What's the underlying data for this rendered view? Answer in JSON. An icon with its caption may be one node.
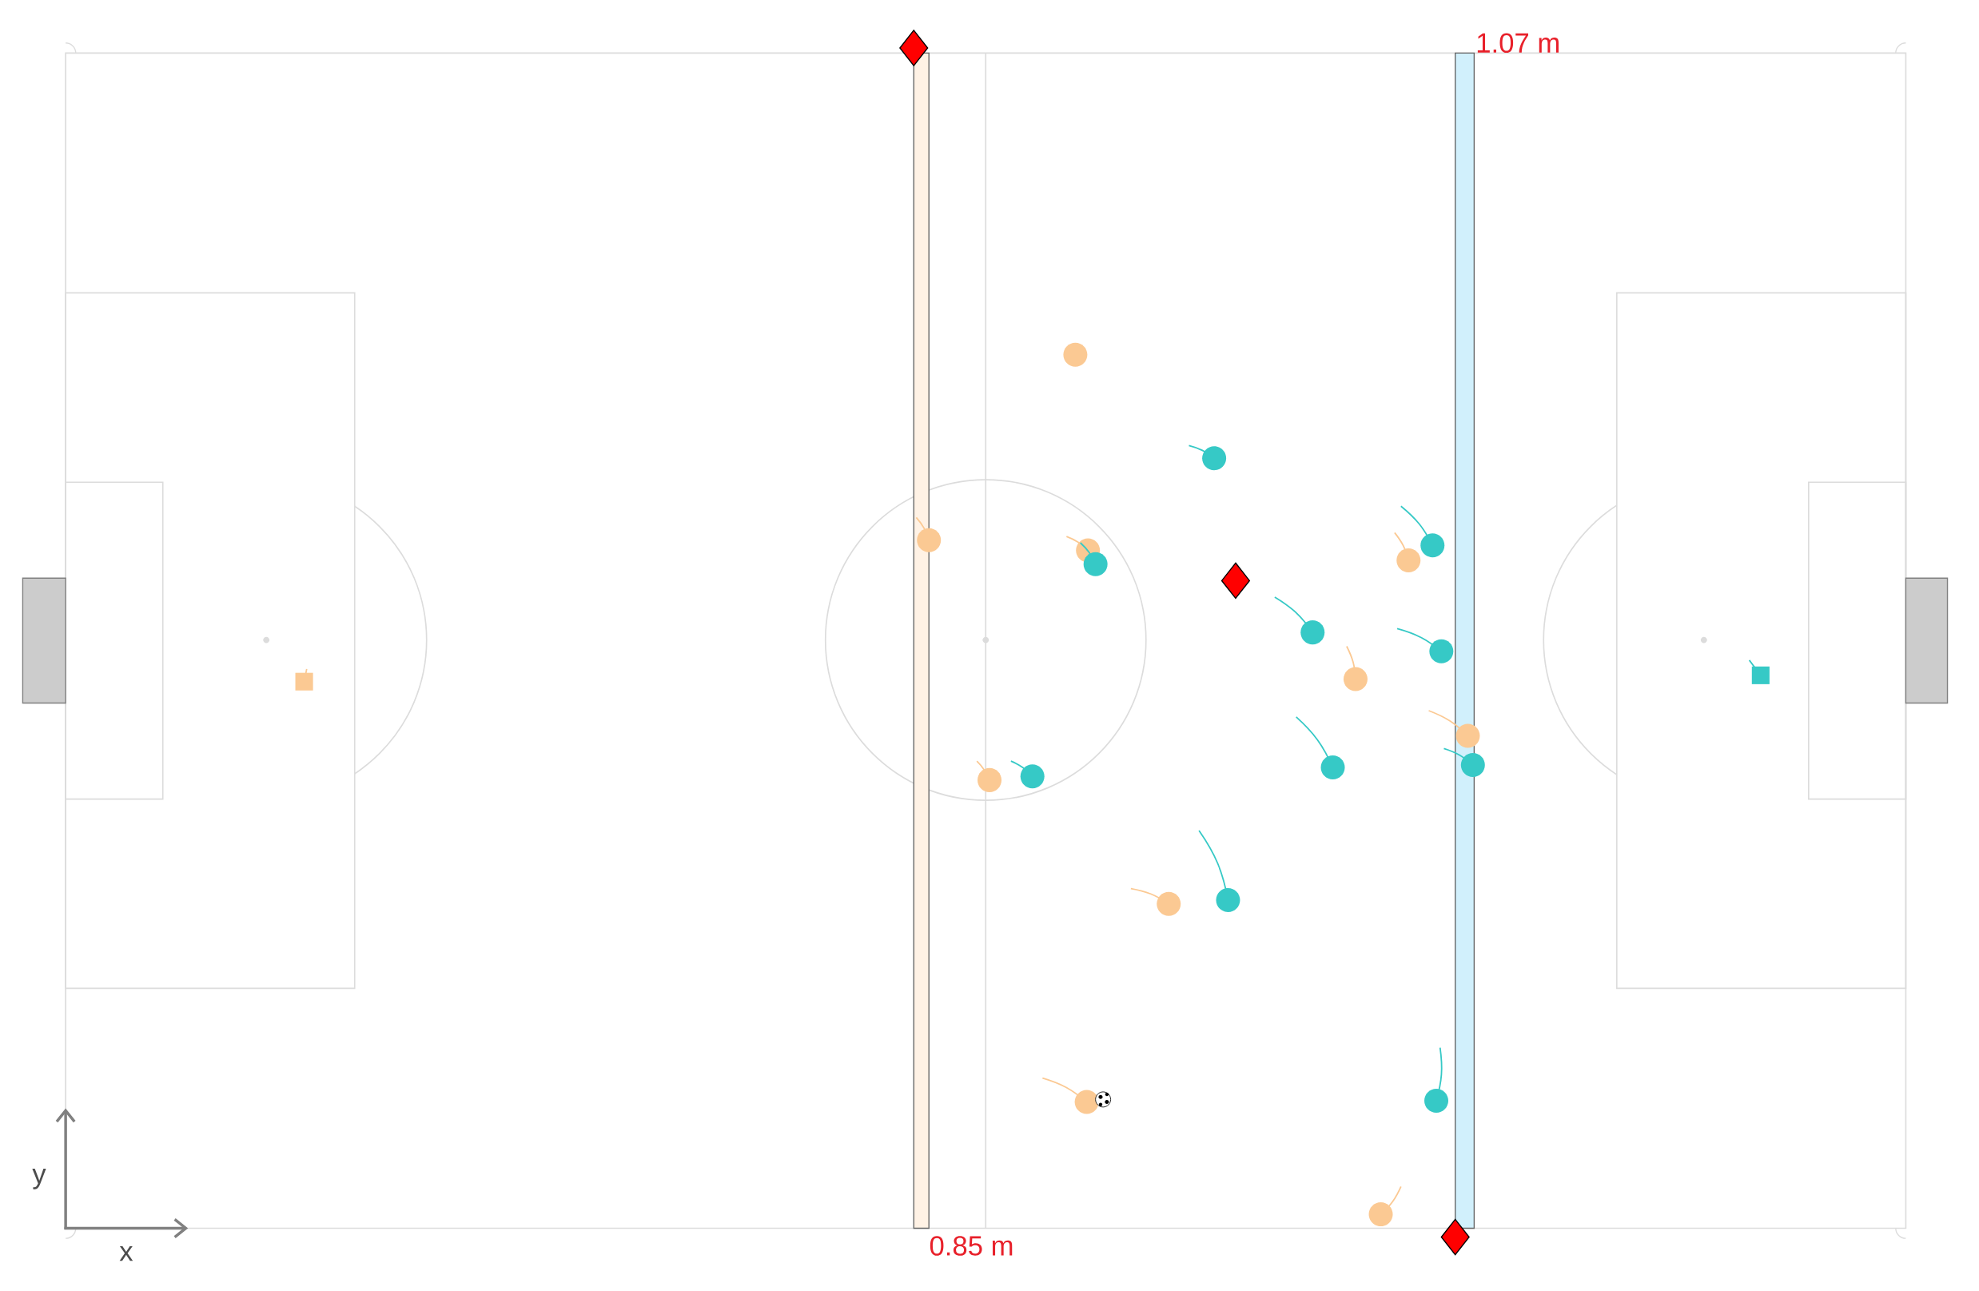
{
  "diagram": {
    "labels": [
      "1.07 m",
      "y",
      "0.85 m",
      "x"
    ]
  }
}
